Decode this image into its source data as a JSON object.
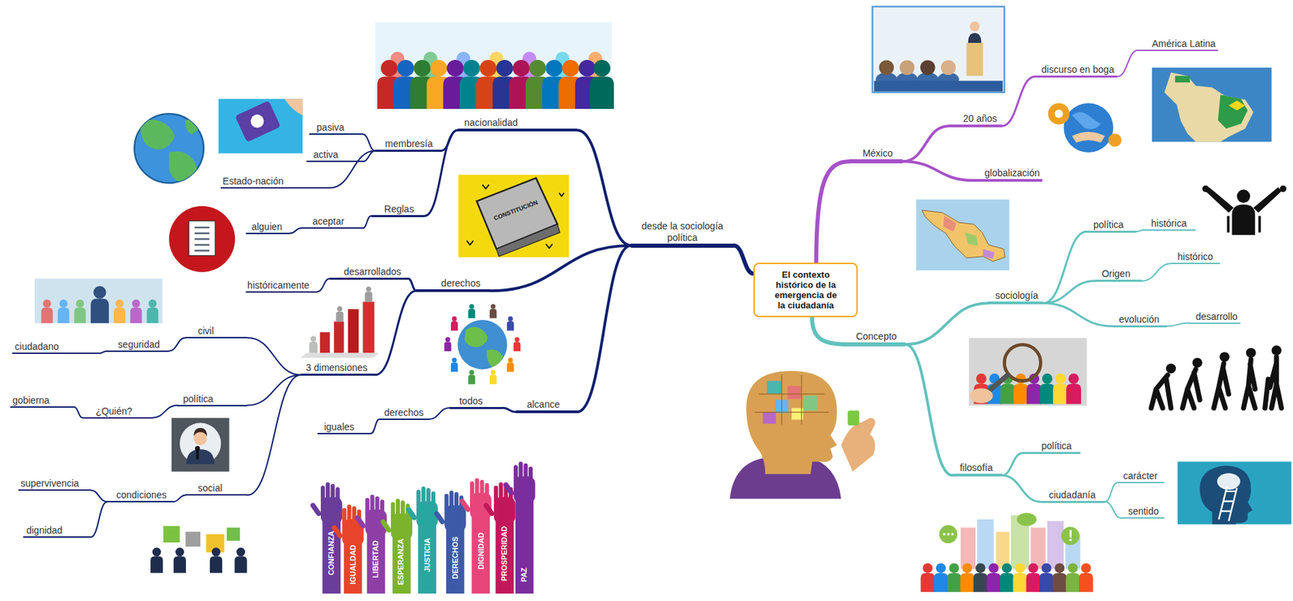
{
  "diagram": {
    "nodes": [
      {
        "text": [
          "El contexto histórico de la emergencia de la ciudadanía"
        ]
      },
      {
        "text": [
          "México"
        ]
      },
      {
        "text": [
          "20 años"
        ]
      },
      {
        "text": [
          "discurso en boga"
        ]
      },
      {
        "text": [
          "América Latina"
        ]
      },
      {
        "text": [
          "globalización"
        ]
      },
      {
        "text": [
          "Concepto"
        ]
      },
      {
        "text": [
          "sociología"
        ]
      },
      {
        "text": [
          "política"
        ]
      },
      {
        "text": [
          "histórica"
        ]
      },
      {
        "text": [
          "Origen"
        ]
      },
      {
        "text": [
          "histórico"
        ]
      },
      {
        "text": [
          "evolución"
        ]
      },
      {
        "text": [
          "desarrollo"
        ]
      },
      {
        "text": [
          "filosofía"
        ]
      },
      {
        "text": [
          "política"
        ]
      },
      {
        "text": [
          "ciudadanía"
        ]
      },
      {
        "text": [
          "carácter"
        ]
      },
      {
        "text": [
          "sentido"
        ]
      },
      {
        "text": [
          "desde la sociología política"
        ]
      },
      {
        "text": [
          "nacionalidad"
        ]
      },
      {
        "text": [
          "membresía"
        ]
      },
      {
        "text": [
          "pasiva"
        ]
      },
      {
        "text": [
          "activa"
        ]
      },
      {
        "text": [
          "Estado-nación"
        ]
      },
      {
        "text": [
          "Reglas"
        ]
      },
      {
        "text": [
          "aceptar"
        ]
      },
      {
        "text": [
          "alguien"
        ]
      },
      {
        "text": [
          "derechos"
        ]
      },
      {
        "text": [
          "desarrollados"
        ]
      },
      {
        "text": [
          "históricamente"
        ]
      },
      {
        "text": [
          "3 dimensiones"
        ]
      },
      {
        "text": [
          "civil"
        ]
      },
      {
        "text": [
          "seguridad"
        ]
      },
      {
        "text": [
          "ciudadano"
        ]
      },
      {
        "text": [
          "política"
        ]
      },
      {
        "text": [
          "¿Quién?"
        ]
      },
      {
        "text": [
          "gobierna"
        ]
      },
      {
        "text": [
          "social"
        ]
      },
      {
        "text": [
          "condiciones"
        ]
      },
      {
        "text": [
          "supervivencia"
        ]
      },
      {
        "text": [
          "dignidad"
        ]
      },
      {
        "text": [
          "alcance"
        ]
      },
      {
        "text": [
          "todos"
        ]
      },
      {
        "text": [
          "derechos"
        ]
      },
      {
        "text": [
          "iguales"
        ]
      }
    ],
    "edges": [
      {
        "from": 0,
        "to": 1,
        "arrow": "none"
      },
      {
        "from": 1,
        "to": 2,
        "arrow": "none"
      },
      {
        "from": 2,
        "to": 3,
        "arrow": "none"
      },
      {
        "from": 3,
        "to": 4,
        "arrow": "none"
      },
      {
        "from": 1,
        "to": 5,
        "arrow": "none"
      },
      {
        "from": 0,
        "to": 6,
        "arrow": "none"
      },
      {
        "from": 6,
        "to": 7,
        "arrow": "none"
      },
      {
        "from": 7,
        "to": 8,
        "arrow": "none"
      },
      {
        "from": 8,
        "to": 9,
        "arrow": "none"
      },
      {
        "from": 7,
        "to": 10,
        "arrow": "none"
      },
      {
        "from": 10,
        "to": 11,
        "arrow": "none"
      },
      {
        "from": 7,
        "to": 12,
        "arrow": "none"
      },
      {
        "from": 12,
        "to": 13,
        "arrow": "none"
      },
      {
        "from": 6,
        "to": 14,
        "arrow": "none"
      },
      {
        "from": 14,
        "to": 15,
        "arrow": "none"
      },
      {
        "from": 14,
        "to": 16,
        "arrow": "none"
      },
      {
        "from": 16,
        "to": 17,
        "arrow": "none"
      },
      {
        "from": 16,
        "to": 18,
        "arrow": "none"
      },
      {
        "from": 0,
        "to": 19,
        "arrow": "none"
      },
      {
        "from": 19,
        "to": 20,
        "arrow": "none"
      },
      {
        "from": 20,
        "to": 21,
        "arrow": "none"
      },
      {
        "from": 21,
        "to": 22,
        "arrow": "none"
      },
      {
        "from": 21,
        "to": 23,
        "arrow": "none"
      },
      {
        "from": 21,
        "to": 24,
        "arrow": "none"
      },
      {
        "from": 20,
        "to": 25,
        "arrow": "none"
      },
      {
        "from": 25,
        "to": 26,
        "arrow": "none"
      },
      {
        "from": 26,
        "to": 27,
        "arrow": "none"
      },
      {
        "from": 19,
        "to": 28,
        "arrow": "none"
      },
      {
        "from": 28,
        "to": 29,
        "arrow": "none"
      },
      {
        "from": 29,
        "to": 30,
        "arrow": "none"
      },
      {
        "from": 28,
        "to": 31,
        "arrow": "none"
      },
      {
        "from": 31,
        "to": 32,
        "arrow": "none"
      },
      {
        "from": 32,
        "to": 33,
        "arrow": "none"
      },
      {
        "from": 33,
        "to": 34,
        "arrow": "none"
      },
      {
        "from": 31,
        "to": 35,
        "arrow": "none"
      },
      {
        "from": 35,
        "to": 36,
        "arrow": "none"
      },
      {
        "from": 36,
        "to": 37,
        "arrow": "none"
      },
      {
        "from": 31,
        "to": 38,
        "arrow": "none"
      },
      {
        "from": 38,
        "to": 39,
        "arrow": "none"
      },
      {
        "from": 39,
        "to": 40,
        "arrow": "none"
      },
      {
        "from": 39,
        "to": 41,
        "arrow": "none"
      },
      {
        "from": 19,
        "to": 42,
        "arrow": "none"
      },
      {
        "from": 42,
        "to": 43,
        "arrow": "none"
      },
      {
        "from": 43,
        "to": 44,
        "arrow": "none"
      },
      {
        "from": 44,
        "to": 45,
        "arrow": "none"
      }
    ],
    "labels": [
      "CONSTITUCIÓN",
      "CONFIANZA",
      "IGUALDAD",
      "LIBERTAD",
      "ESPERANZA",
      "JUSTICIA",
      "DERECHOS",
      "DIGNIDAD",
      "PROSPERIDAD",
      "PAZ"
    ]
  }
}
